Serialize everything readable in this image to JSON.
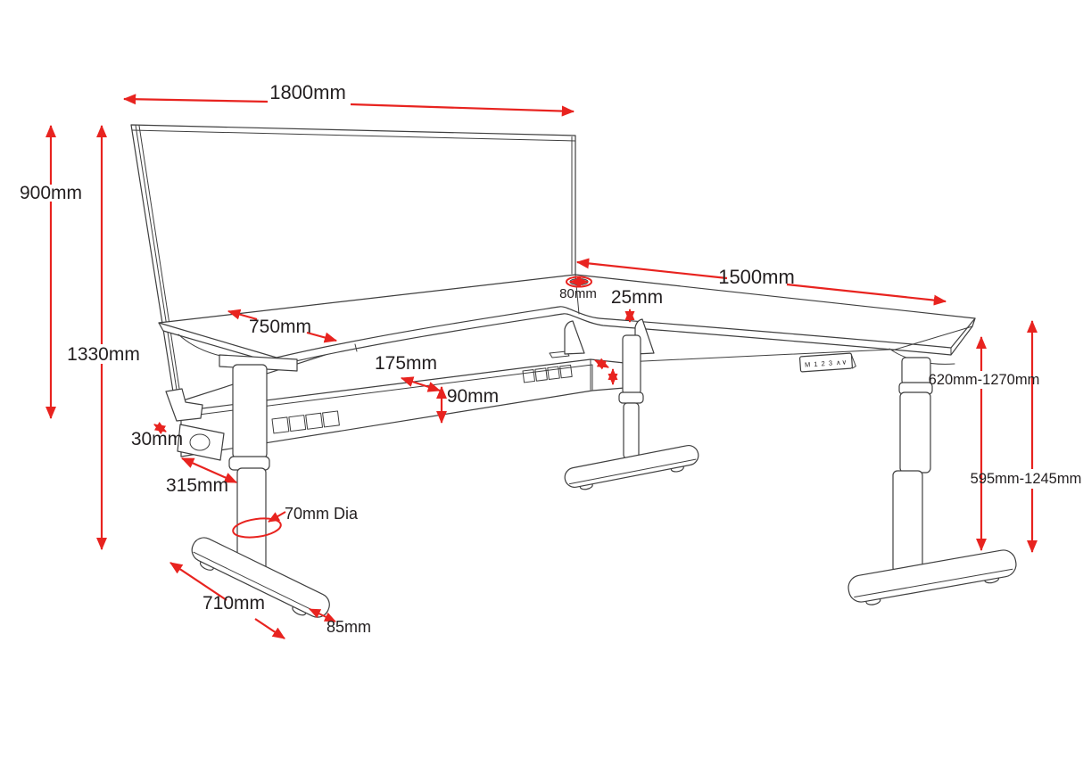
{
  "diagram": {
    "description": "Technical dimension drawing of an L-shaped height adjustable corner desk with rear privacy screen",
    "accent_color": "#e8231f",
    "line_color": "#3f3f3f",
    "background_color": "#ffffff"
  },
  "dimensions": {
    "screen_width": "1800mm",
    "screen_height": "900mm",
    "total_height": "1330mm",
    "return_length": "1500mm",
    "grommet_width": "80mm",
    "top_thickness": "25mm",
    "desk_depth": "750mm",
    "beam_depth": "175mm",
    "beam_height": "90mm",
    "screen_thickness": "30mm",
    "bracket_width": "315mm",
    "leg_diameter": "70mm Dia",
    "foot_length": "710mm",
    "foot_height": "85mm",
    "desk_height_range": "620mm-1270mm",
    "frame_height_range": "595mm-1245mm",
    "handset_buttons": "M 1 2 3 ∧∨"
  }
}
